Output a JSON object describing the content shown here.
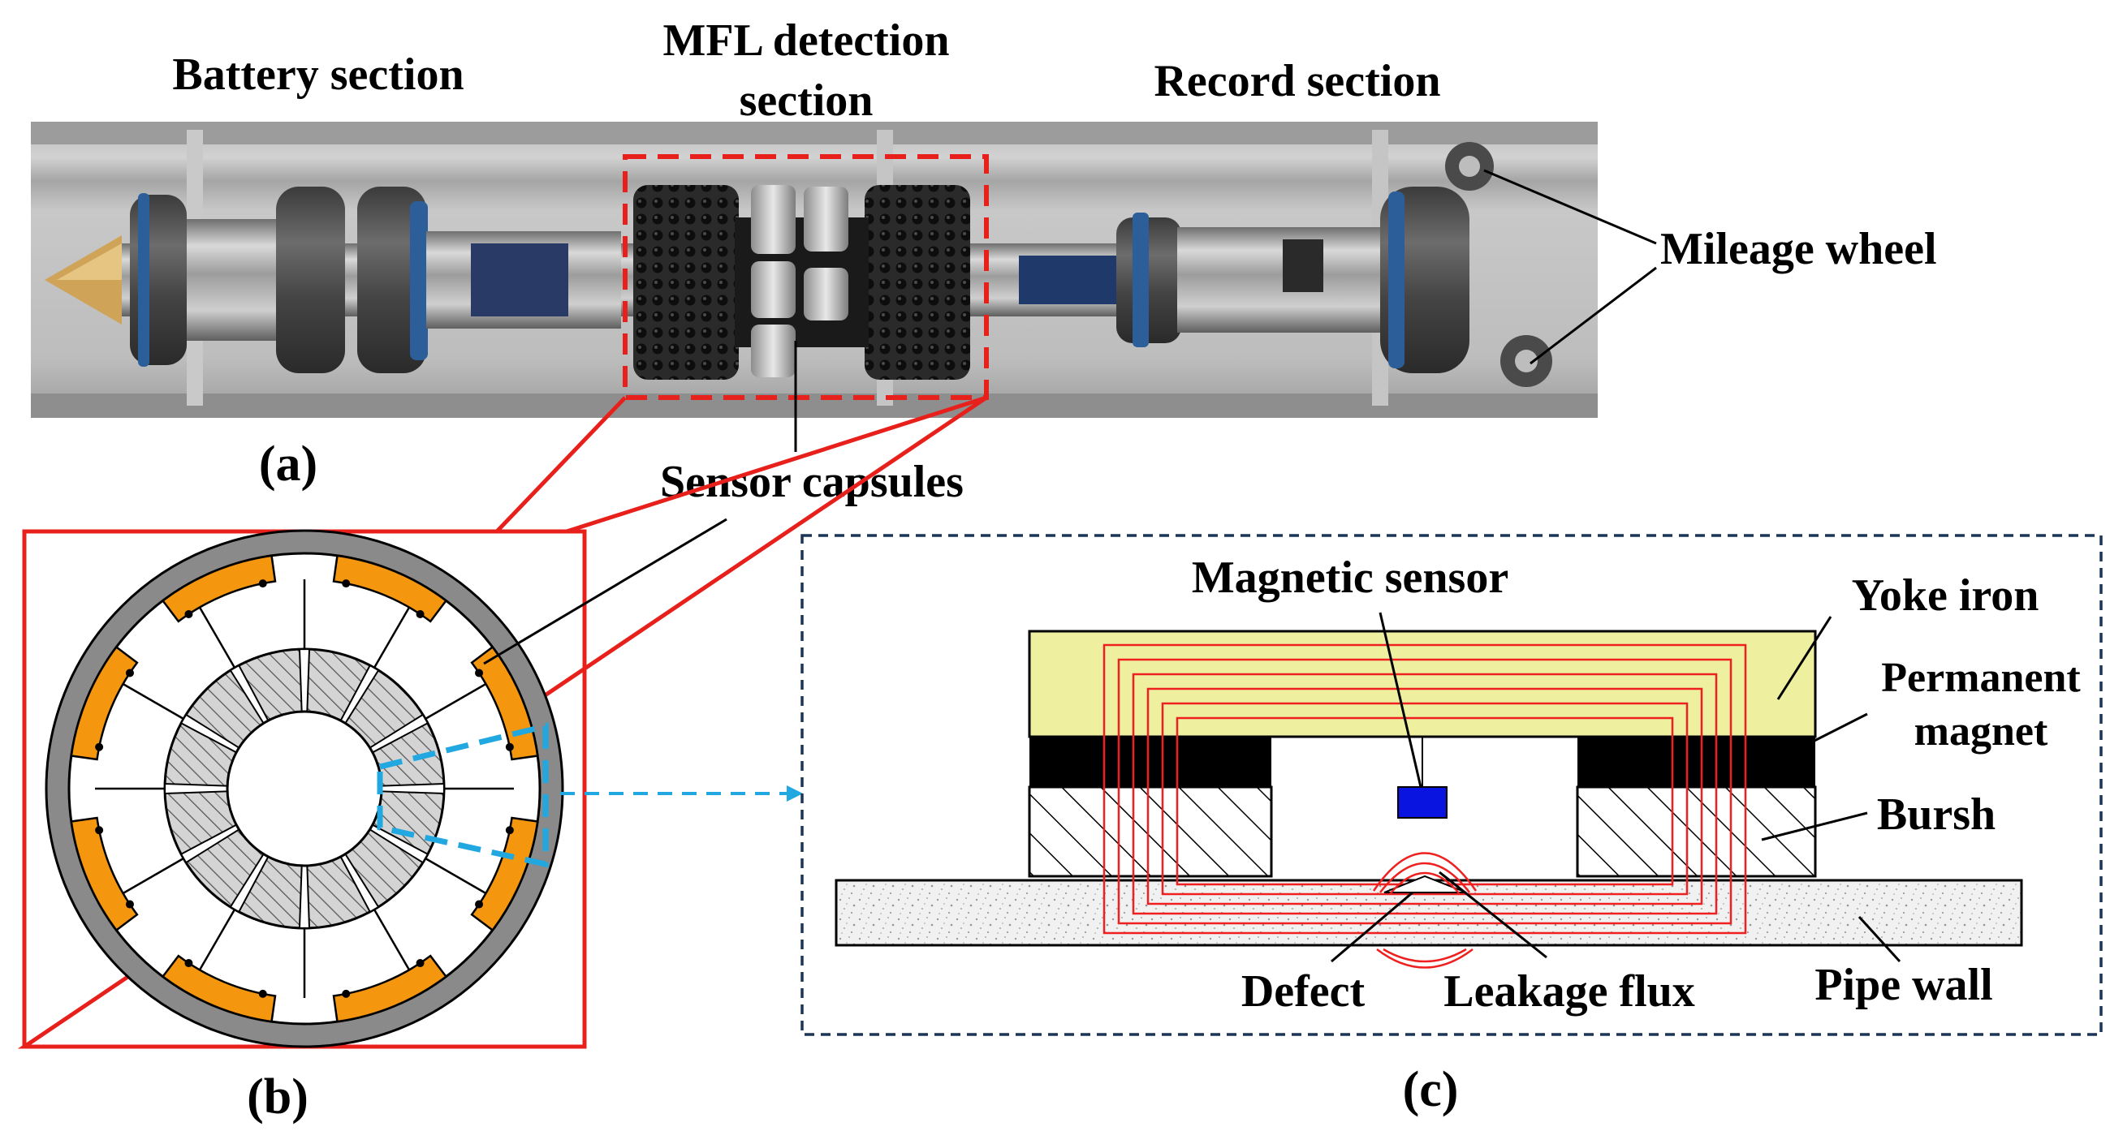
{
  "panel_a": {
    "panel_label": "(a)",
    "labels": {
      "battery_section": "Battery section",
      "mfl_section_line1": "MFL detection",
      "mfl_section_line2": "section",
      "record_section": "Record section",
      "mileage_wheel": "Mileage wheel",
      "sensor_capsules": "Sensor capsules"
    }
  },
  "panel_b": {
    "panel_label": "(b)",
    "capsule_count": 8,
    "brush_segment_count": 12
  },
  "panel_c": {
    "panel_label": "(c)",
    "labels": {
      "magnetic_sensor": "Magnetic sensor",
      "yoke_iron": "Yoke iron",
      "permanent_line1": "Permanent",
      "permanent_line2": "magnet",
      "bursh": "Bursh",
      "pipe_wall": "Pipe wall",
      "defect": "Defect",
      "leakage_flux": "Leakage flux"
    }
  },
  "colors": {
    "highlight_red": "#e8201c",
    "arrow_blue": "#22a8e0",
    "frame_navy": "#1c3556",
    "capsule_orange": "#f5960f",
    "yoke_yellow": "#eef0a0",
    "sensor_blue": "#0a14e0",
    "flux_red": "#ee2020",
    "ring_gray": "#8a8a8a"
  }
}
